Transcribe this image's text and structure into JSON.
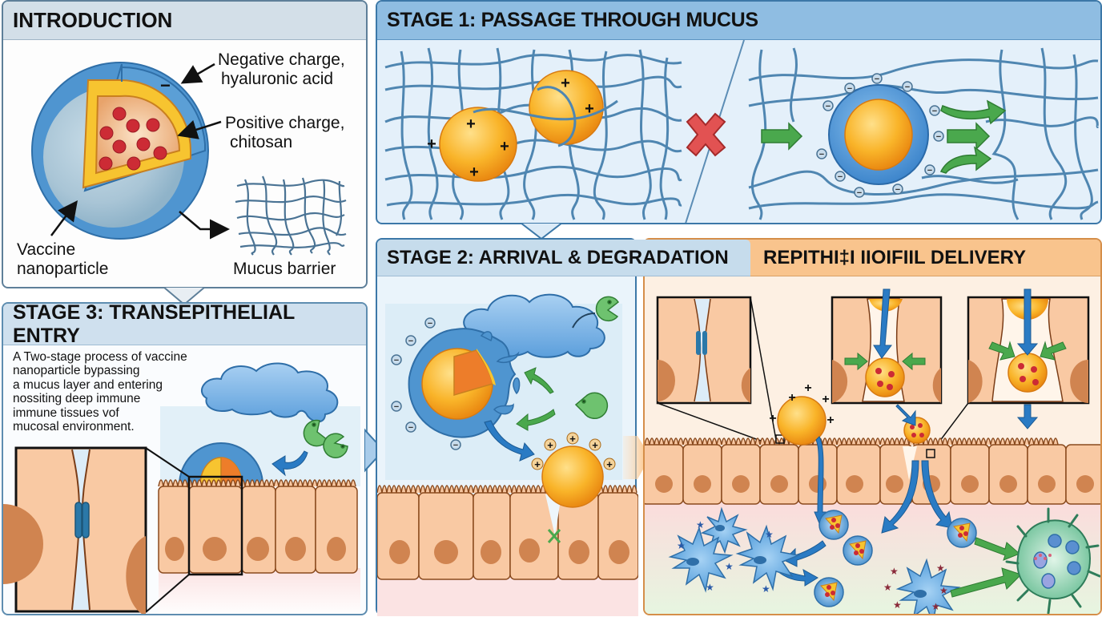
{
  "panels": {
    "introduction": {
      "title": "INTRODUCTION",
      "labels": {
        "negative": [
          "Negative charge,",
          "hyaluronic acid"
        ],
        "positive": [
          "Positive charge,",
          "chitosan"
        ],
        "vaccine": [
          "Vaccine",
          "nanoparticle"
        ],
        "mucus": "Mucus barrier",
        "minus_sign": "−"
      }
    },
    "stage1": {
      "title": "STAGE 1: PASSAGE THROUGH MUCUS",
      "plus_sign": "+",
      "minus_sign": "−"
    },
    "stage2": {
      "title": "STAGE 2: ARRIVAL & DEGRADATION",
      "plus_sign": "+",
      "minus_sign": "−"
    },
    "stage3": {
      "title": "STAGE 3: TRANSEPITHELIAL ENTRY",
      "description": [
        "A Two-stage process of vaccine",
        "nanoparticle bypassing",
        "a mucus layer and entering",
        "nossiting deep immune",
        "immune tissues vof",
        "mucosal environment."
      ]
    },
    "stage4": {
      "title": "REPITHI‡I IIOIFIIL DELIVERY",
      "plus_sign": "+"
    }
  },
  "colors": {
    "mucus_strand": "#5c8db5",
    "nanoparticle_core": "#f6a81c",
    "nanoparticle_shell": "#4a90d0",
    "antigen": "#cc2b35",
    "enzyme": "#5bb85c",
    "epithelial_cell": "#f9c9a3",
    "cell_nucleus": "#d48a57",
    "tight_junction": "#2b78a8",
    "immune_cell": "#6aaee4",
    "forward_arrow": "#4aa84d",
    "blocked_x": "#e0494a",
    "flow_arrow": "#2a7bc4"
  }
}
